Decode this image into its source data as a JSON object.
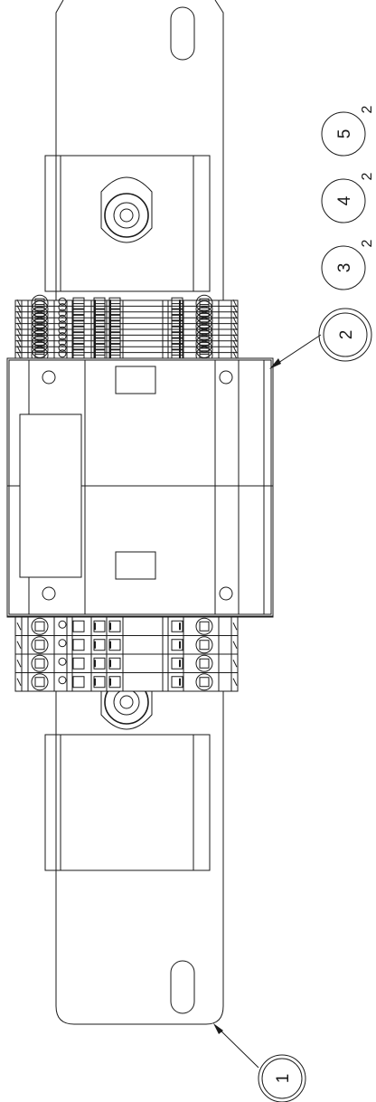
{
  "balloons": [
    {
      "id": "item-1",
      "label": "1",
      "qty": ""
    },
    {
      "id": "item-2",
      "label": "2",
      "qty": ""
    },
    {
      "id": "item-3",
      "label": "3",
      "qty": "2"
    },
    {
      "id": "item-4",
      "label": "4",
      "qty": "2"
    },
    {
      "id": "item-5",
      "label": "5",
      "qty": "2"
    }
  ],
  "upper_terminal_blocks": 10,
  "lower_terminal_blocks": 4
}
